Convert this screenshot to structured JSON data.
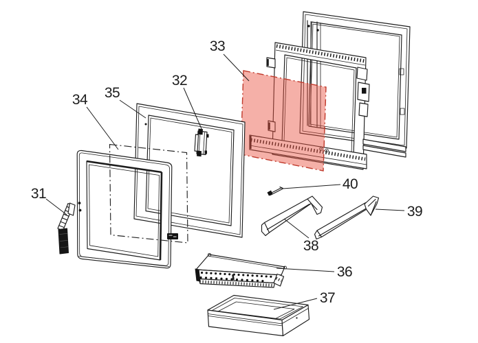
{
  "diagram": {
    "background": "#ffffff",
    "line_color": "#1c1c1c",
    "highlight": {
      "selected_part_number": "33",
      "fill": "#e94f3f",
      "fill_opacity": "0.45",
      "stroke": "#c0392b"
    },
    "labels": [
      {
        "number": "31"
      },
      {
        "number": "32"
      },
      {
        "number": "33"
      },
      {
        "number": "34"
      },
      {
        "number": "35"
      },
      {
        "number": "36"
      },
      {
        "number": "37"
      },
      {
        "number": "38"
      },
      {
        "number": "39"
      },
      {
        "number": "40"
      }
    ]
  }
}
